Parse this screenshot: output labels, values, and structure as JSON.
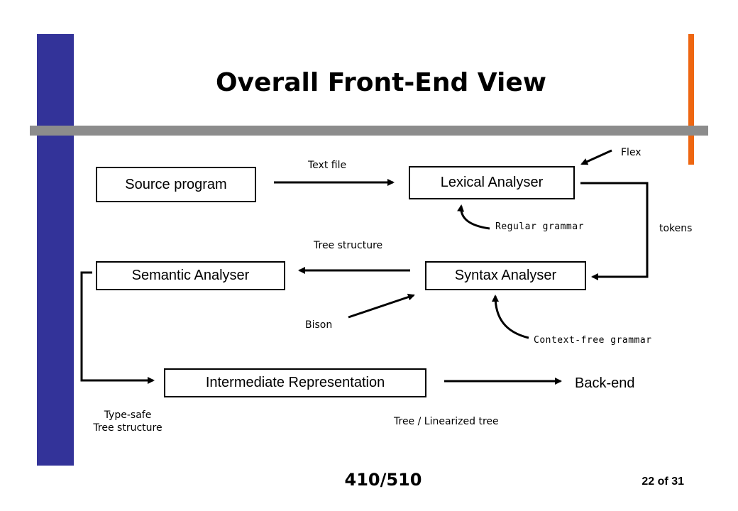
{
  "slide": {
    "title": "Overall Front-End View",
    "course": "410/510",
    "page_number": "22 of 31",
    "colors": {
      "left_bar": "#333399",
      "accent_bar": "#ee6611",
      "divider": "#8c8c8c"
    }
  },
  "nodes": {
    "source_program": "Source program",
    "lexical_analyser": "Lexical Analyser",
    "syntax_analyser": "Syntax Analyser",
    "semantic_analyser": "Semantic Analyser",
    "intermediate_representation": "Intermediate Representation",
    "back_end": "Back-end"
  },
  "labels": {
    "text_file": "Text file",
    "flex": "Flex",
    "regular_grammar": "Regular grammar",
    "tokens": "tokens",
    "tree_structure": "Tree structure",
    "bison": "Bison",
    "context_free_grammar": "Context-free grammar",
    "type_safe_line1": "Type-safe",
    "type_safe_line2": "Tree structure",
    "tree_linearized": "Tree / Linearized tree"
  }
}
